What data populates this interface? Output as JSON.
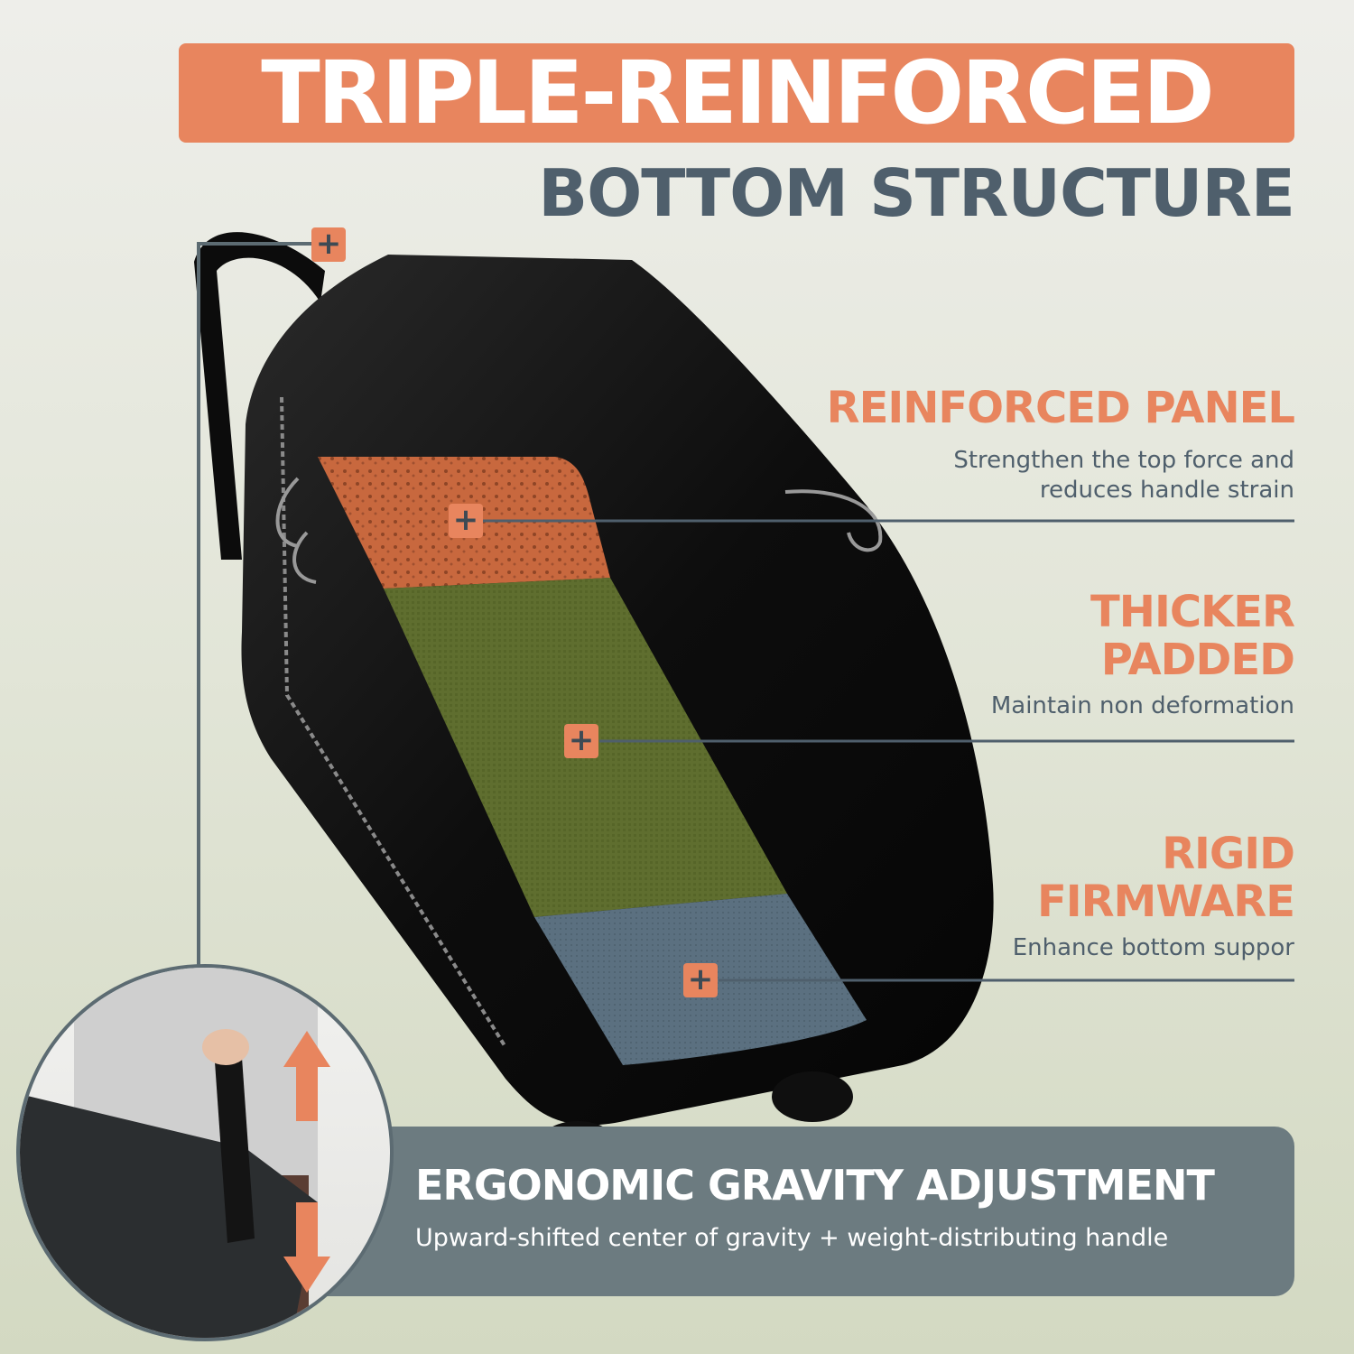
{
  "title": "TRIPLE-REINFORCED",
  "subtitle": "BOTTOM STRUCTURE",
  "features": [
    {
      "heading_lines": [
        "REINFORCED PANEL"
      ],
      "description_lines": [
        "Strengthen the top force and",
        "reduces handle strain"
      ]
    },
    {
      "heading_lines": [
        "THICKER",
        "PADDED"
      ],
      "description_lines": [
        "Maintain non deformation"
      ]
    },
    {
      "heading_lines": [
        "RIGID",
        "FIRMWARE"
      ],
      "description_lines": [
        "Enhance bottom suppor"
      ]
    }
  ],
  "banner": {
    "title": "ERGONOMIC GRAVITY ADJUSTMENT",
    "subtitle": "Upward-shifted center of gravity + weight-distributing handle"
  },
  "marker_glyph": "+",
  "colors": {
    "accent": "#e8855e",
    "slate": "#4f5f6c",
    "banner": "#6c7b80",
    "foam": "#c8683e",
    "padding": "#5f6e2f",
    "firmware": "#5b7080"
  },
  "icons": {
    "marker": "plus-icon",
    "up": "up-arrow-icon",
    "down": "down-arrow-icon"
  }
}
